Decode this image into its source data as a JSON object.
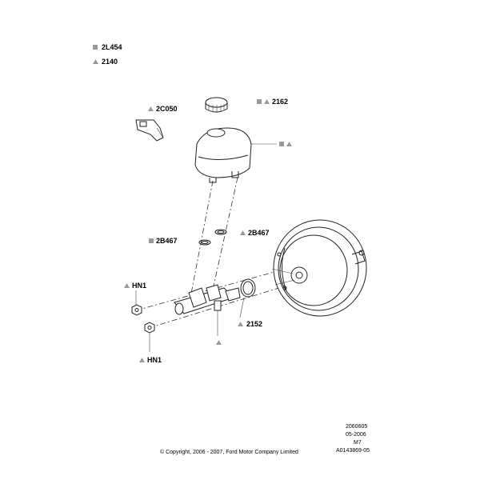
{
  "legend": [
    {
      "symbol": "square",
      "code": "2L454"
    },
    {
      "symbol": "triangle",
      "code": "2140"
    }
  ],
  "callouts": {
    "cap": "2162",
    "sensor": "2C050",
    "seal_left": "2B467",
    "seal_right": "2B467",
    "nut_upper": "HN1",
    "nut_lower": "HN1",
    "oring": "2152"
  },
  "footer": {
    "copyright": "© Copyright, 2006 - 2007, Ford Motor Company Limited",
    "code_line1": "2060605",
    "code_line2": "05-2006",
    "code_line3": "M7",
    "code_line4": "A0143869-05"
  },
  "colors": {
    "symbol_gray": "#999999",
    "line": "#222222"
  }
}
